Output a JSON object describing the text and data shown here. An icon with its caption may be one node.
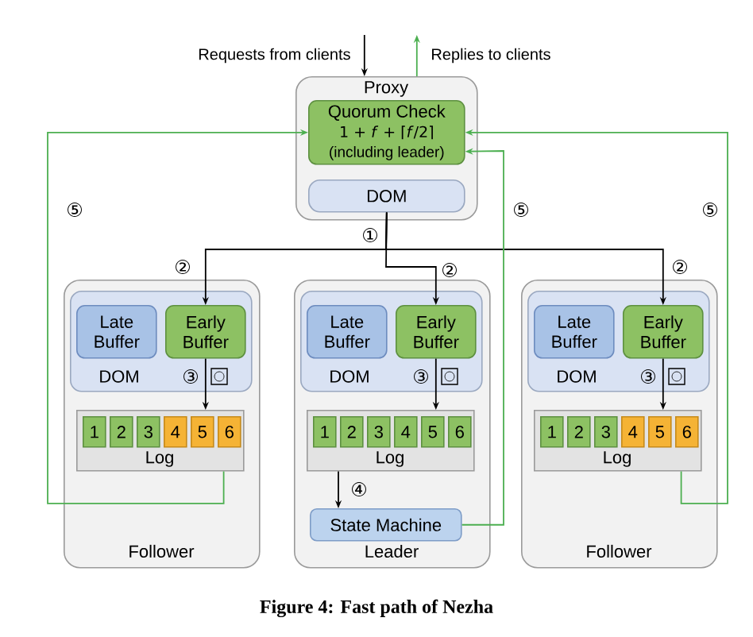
{
  "diagram": {
    "caption": "Figure 4: Fast path of Nezha",
    "nodes": [
      {
        "text": [
          "Proxy"
        ]
      },
      {
        "text": [
          "Quorum Check",
          "1 + *f* + ⌈*f*/2⌉",
          "(including leader)"
        ],
        "in": 0
      },
      {
        "text": [
          "DOM"
        ],
        "in": 0
      },
      {
        "text": [
          "Follower"
        ]
      },
      {
        "text": [
          "DOM"
        ],
        "in": 3
      },
      {
        "text": [
          "Late Buffer"
        ],
        "in": 4
      },
      {
        "text": [
          "Early Buffer"
        ],
        "in": 4
      },
      {
        "text": [
          "Log"
        ],
        "in": 3
      },
      {
        "text": [
          "1"
        ],
        "in": 7
      },
      {
        "text": [
          "2"
        ],
        "in": 7
      },
      {
        "text": [
          "3"
        ],
        "in": 7
      },
      {
        "text": [
          "4"
        ],
        "in": 7
      },
      {
        "text": [
          "5"
        ],
        "in": 7
      },
      {
        "text": [
          "6"
        ],
        "in": 7
      },
      {
        "text": [
          "Leader"
        ]
      },
      {
        "text": [
          "DOM"
        ],
        "in": 14
      },
      {
        "text": [
          "Late Buffer"
        ],
        "in": 15
      },
      {
        "text": [
          "Early Buffer"
        ],
        "in": 15
      },
      {
        "text": [
          "Log"
        ],
        "in": 14
      },
      {
        "text": [
          "1"
        ],
        "in": 18
      },
      {
        "text": [
          "2"
        ],
        "in": 18
      },
      {
        "text": [
          "3"
        ],
        "in": 18
      },
      {
        "text": [
          "4"
        ],
        "in": 18
      },
      {
        "text": [
          "5"
        ],
        "in": 18
      },
      {
        "text": [
          "6"
        ],
        "in": 18
      },
      {
        "text": [
          "State Machine"
        ],
        "in": 14
      },
      {
        "text": [
          "Follower"
        ]
      },
      {
        "text": [
          "DOM"
        ],
        "in": 26
      },
      {
        "text": [
          "Late Buffer"
        ],
        "in": 27
      },
      {
        "text": [
          "Early Buffer"
        ],
        "in": 27
      },
      {
        "text": [
          "Log"
        ],
        "in": 26
      },
      {
        "text": [
          "1"
        ],
        "in": 30
      },
      {
        "text": [
          "2"
        ],
        "in": 30
      },
      {
        "text": [
          "3"
        ],
        "in": 30
      },
      {
        "text": [
          "4"
        ],
        "in": 30
      },
      {
        "text": [
          "5"
        ],
        "in": 30
      },
      {
        "text": [
          "6"
        ],
        "in": 30
      }
    ],
    "edges": [
      {
        "from": null,
        "to": 0,
        "arrow": "to",
        "label": "Requests from clients"
      },
      {
        "from": 0,
        "to": null,
        "arrow": "to",
        "label": "Replies to clients",
        "color": "#4caf50"
      },
      {
        "from": 2,
        "to": 6,
        "arrow": "to",
        "label": "②"
      },
      {
        "from": 2,
        "to": 17,
        "arrow": "to",
        "label": "②"
      },
      {
        "from": 2,
        "to": 29,
        "arrow": "to",
        "label": "②"
      },
      {
        "from": 6,
        "to": 7,
        "arrow": "to",
        "label": "③"
      },
      {
        "from": 17,
        "to": 18,
        "arrow": "to",
        "label": "③"
      },
      {
        "from": 29,
        "to": 30,
        "arrow": "to",
        "label": "③"
      },
      {
        "from": 18,
        "to": 25,
        "arrow": "to",
        "label": "④"
      },
      {
        "from": 7,
        "to": 1,
        "arrow": "to",
        "label": "⑤",
        "color": "#4caf50"
      },
      {
        "from": 25,
        "to": 1,
        "arrow": "to",
        "label": "⑤",
        "color": "#4caf50"
      },
      {
        "from": 30,
        "to": 1,
        "arrow": "to",
        "label": "⑤",
        "color": "#4caf50"
      }
    ],
    "labels": [
      "①"
    ]
  }
}
